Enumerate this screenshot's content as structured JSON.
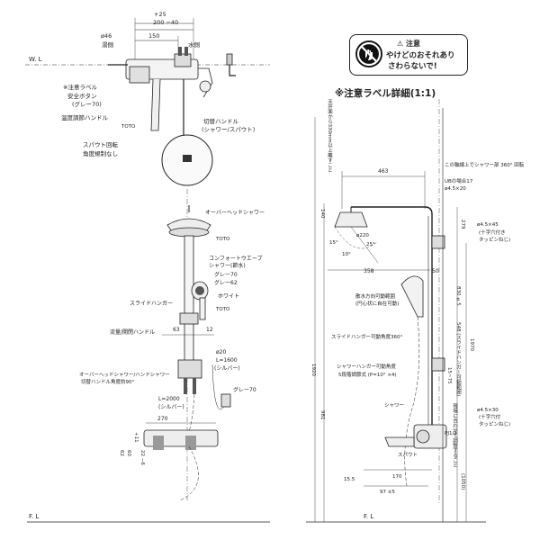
{
  "caution_label": {
    "title": "⚠ 注意",
    "line1": "やけどのおそれあり",
    "line2": "さわらないで!"
  },
  "detail_title": "※注意ラベル詳細(1:1)",
  "left_view": {
    "dim_plus25": "+25",
    "dim_200_40": "200 −40",
    "dim_150": "150",
    "dim_phi46": "ø46",
    "hot_water": "湯側",
    "cold_water": "水側",
    "wl": "W. L",
    "note_label": "※注意ラベル",
    "safety_button": "安全ボタン",
    "gray70": "(グレー70)",
    "temp_handle": "温度調節ハンドル",
    "toto": "TOTO",
    "switch_handle": "切替ハンドル",
    "shower_spout": "(シャワー/スパウト)",
    "spout_rotation": "スパウト回転",
    "angle_limit_none": "角度規制なし",
    "overhead_shower": "オーバーヘッドシャワー",
    "toto2": "TOTO",
    "comfort_wave": "コンフォートウエーブ",
    "shower_water_saving": "シャワー(節水)",
    "gray70b": "グレー70",
    "gray62": "グレー62",
    "white": "ホワイト",
    "slide_hanger": "スライドハンガー",
    "toto3": "TOTO",
    "flow_stop_handle": "流量/開閉ハンドル",
    "dim_63": "63",
    "dim_12": "12",
    "dim_phi20": "ø20",
    "l1600": "L=1600",
    "silver": "(シルバー)",
    "overhead_hand_switch": "オーバーヘッドシャワー/ハンドシャワー",
    "switch_angle": "切替ハンドル角度約90°",
    "l2000": "L=2000",
    "silver2": "(シルバー)",
    "gray70c": "グレー70",
    "dim_270": "270",
    "dim_62": "62",
    "dim_60": "60",
    "dim_11": "+11",
    "dim_22": "22 −6",
    "fl": "F. L"
  },
  "right_view": {
    "dim_463": "463",
    "rotation_note": "この軸線上でシャワー部 360° 回転",
    "ub_note": "UBの場合17",
    "phi45x20": "ø4.5×20",
    "dim_140": "140",
    "phi220": "ø220",
    "angle_15": "15°",
    "angle_25": "25°",
    "angle_10": "10°",
    "dim_279": "279",
    "phi45x45": "ø4.5×45",
    "cross_tapping": "(十字穴付き",
    "tapping_screw": "タッピンねじ)",
    "dim_358": "358",
    "dim_50": "50",
    "range_note": "散水方向可動範囲",
    "range_note2": "(円心状に自在可動)",
    "dim_830": "830 ±5",
    "slide_angle": "スライドハンガー可動角度360°",
    "dim_548": "548 (スライドハンガー可動範囲)",
    "dim_1970": "1970",
    "hanger_angle": "シャワーハンガー可動角度",
    "five_step": "5段階調節式 (P=10° ×4)",
    "dim_15_75": "15~75",
    "dim_1920": "1920",
    "dim_981": "981",
    "shower": "シャワー",
    "phi45x30": "ø4.5×30",
    "cross_tapping2": "(十字穴付",
    "tapping_screw2": "タッピンねじ)",
    "pj12": "PJ1/2",
    "spout": "スパウト",
    "dim_15_5": "15.5",
    "dim_170": "170",
    "dim_97": "97 ±5",
    "dim_1050": "(1050)",
    "fl": "F. L",
    "vertical_note1": "天井面から330mm以上離すこと",
    "vertical_note2": "現場に合わせて調整すること"
  }
}
